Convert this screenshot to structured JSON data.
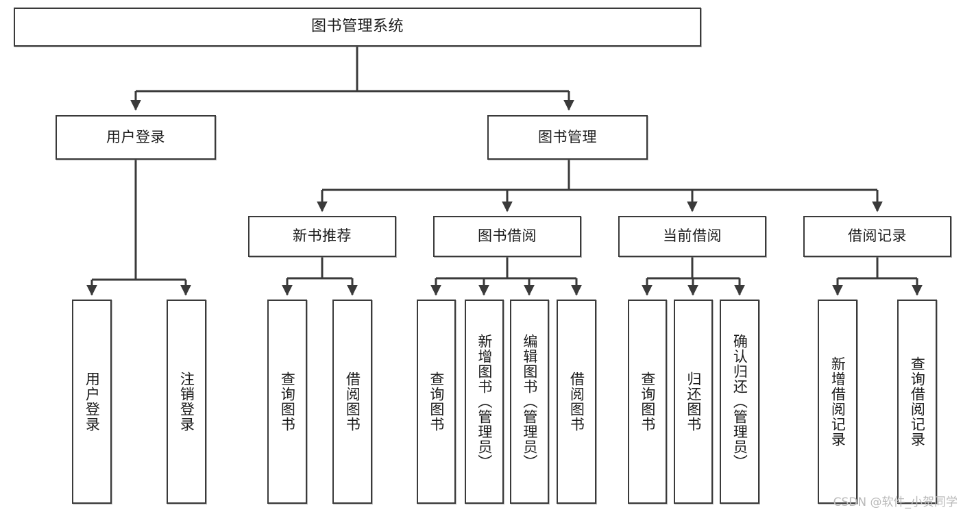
{
  "diagram": {
    "title": "图书管理系统",
    "type": "tree-hierarchy-chart",
    "watermark": "CSDN @软件_小贺同学",
    "line_color": "#3a3a3a",
    "box_fill": "#ffffff",
    "text_color": "#1b1b1b",
    "root": {
      "label": "图书管理系统"
    },
    "level1": [
      {
        "label": "用户登录"
      },
      {
        "label": "图书管理"
      }
    ],
    "level2": [
      {
        "label": "新书推荐"
      },
      {
        "label": "图书借阅"
      },
      {
        "label": "当前借阅"
      },
      {
        "label": "借阅记录"
      }
    ],
    "leaves": {
      "user_login": [
        {
          "label": "用户登录"
        },
        {
          "label": "注销登录"
        }
      ],
      "new_book_recommend": [
        {
          "label": "查询图书"
        },
        {
          "label": "借阅图书"
        }
      ],
      "book_borrow": [
        {
          "label": "查询图书"
        },
        {
          "label": "新增图书（管理员）"
        },
        {
          "label": "编辑图书（管理员）"
        },
        {
          "label": "借阅图书"
        }
      ],
      "current_borrow": [
        {
          "label": "查询图书"
        },
        {
          "label": "归还图书"
        },
        {
          "label": "确认归还（管理员）"
        }
      ],
      "borrow_record": [
        {
          "label": "新增借阅记录"
        },
        {
          "label": "查询借阅记录"
        }
      ]
    }
  }
}
